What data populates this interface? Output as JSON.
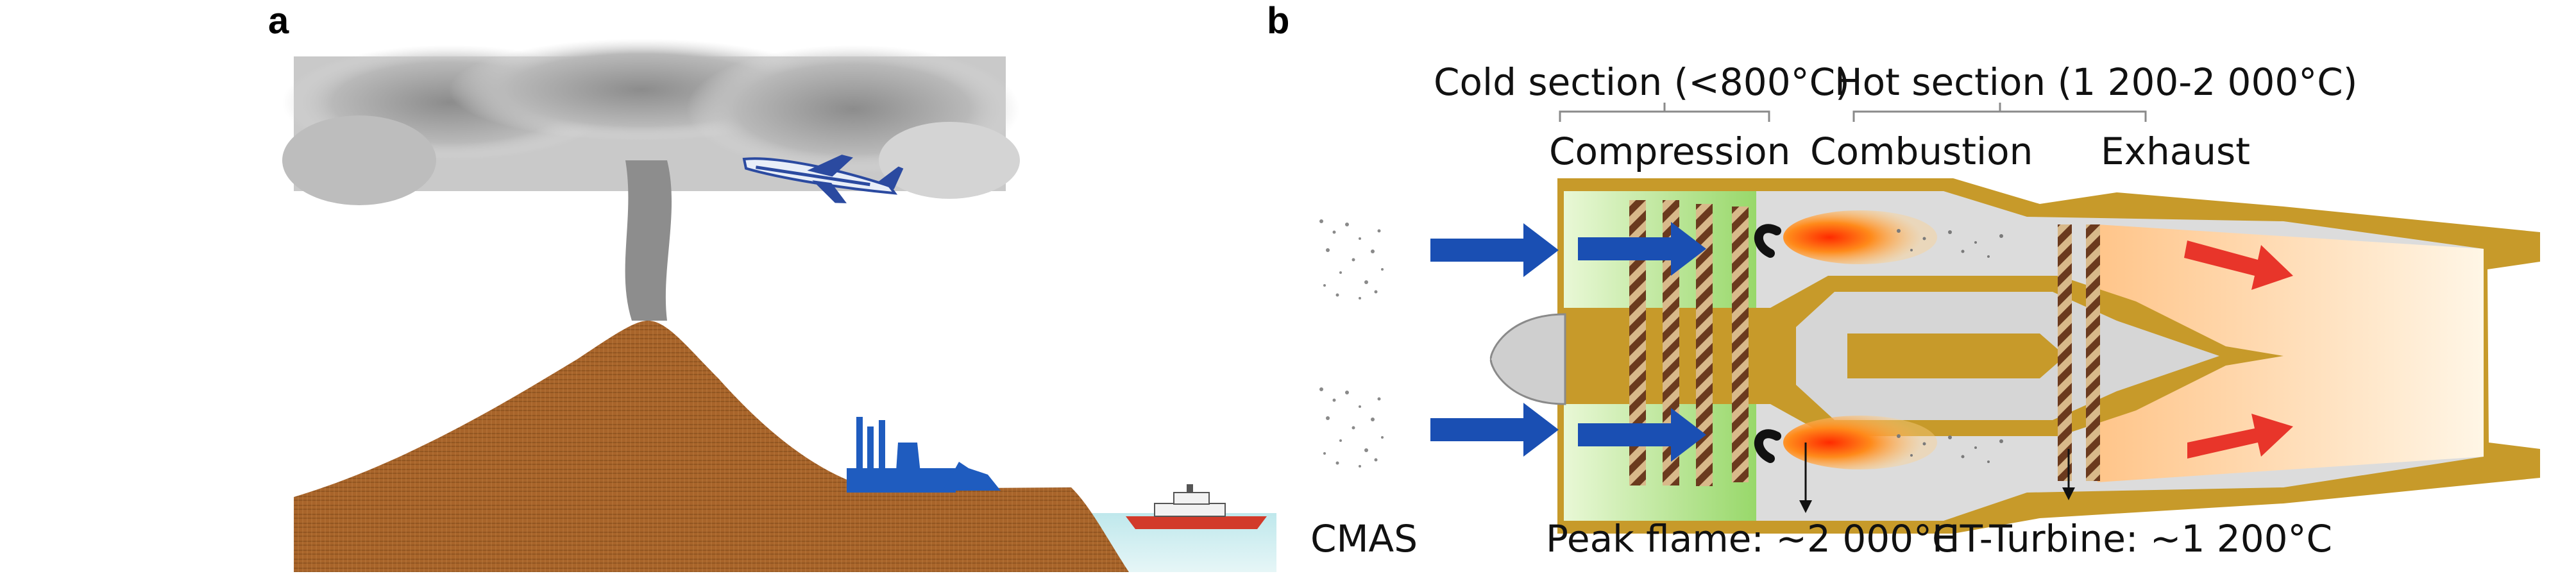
{
  "panels": {
    "a": {
      "label": "a"
    },
    "b": {
      "label": "b",
      "cold_section": "Cold section (<800°C)",
      "hot_section": "Hot section (1 200-2 000°C)",
      "compression": "Compression",
      "combustion": "Combustion",
      "exhaust": "Exhaust",
      "cmas": "CMAS",
      "peak_flame": "Peak flame: ~2 000°C",
      "ht_turbine": "HT-Turbine: ~1 200°C"
    }
  }
}
